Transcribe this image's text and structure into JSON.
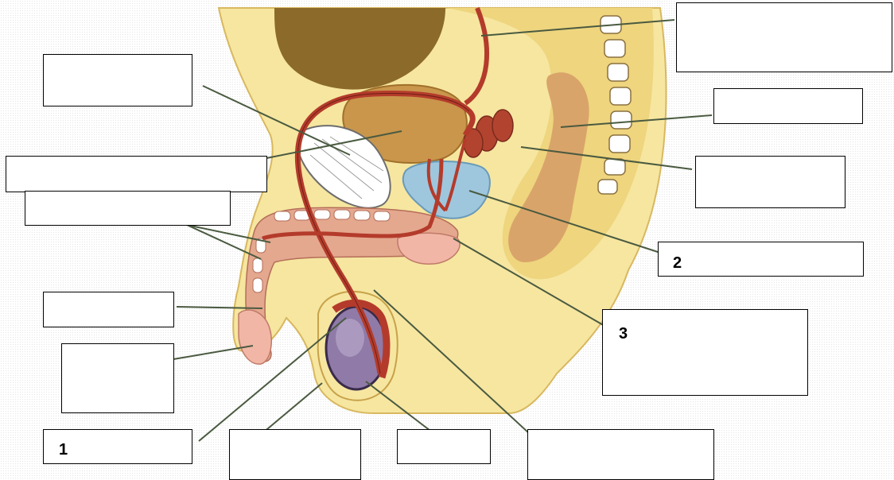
{
  "diagram": {
    "colors": {
      "skin": "#f6e6a0",
      "pelvis_outer": "#eed57e",
      "bladder": "#c9964c",
      "rectum": "#d9a46a",
      "colon": "#8c6a2a",
      "duct": "#b43b2b",
      "prostate": "#9ec7de",
      "testis": "#8f7aa8",
      "pink_tissue": "#f1b6a6",
      "seminal_vesicle": "#b2442f",
      "bone": "#ffffff",
      "line": "#4a5a40",
      "box_border": "#000000"
    },
    "labels": {
      "one": "1",
      "two": "2",
      "three": "3"
    }
  }
}
